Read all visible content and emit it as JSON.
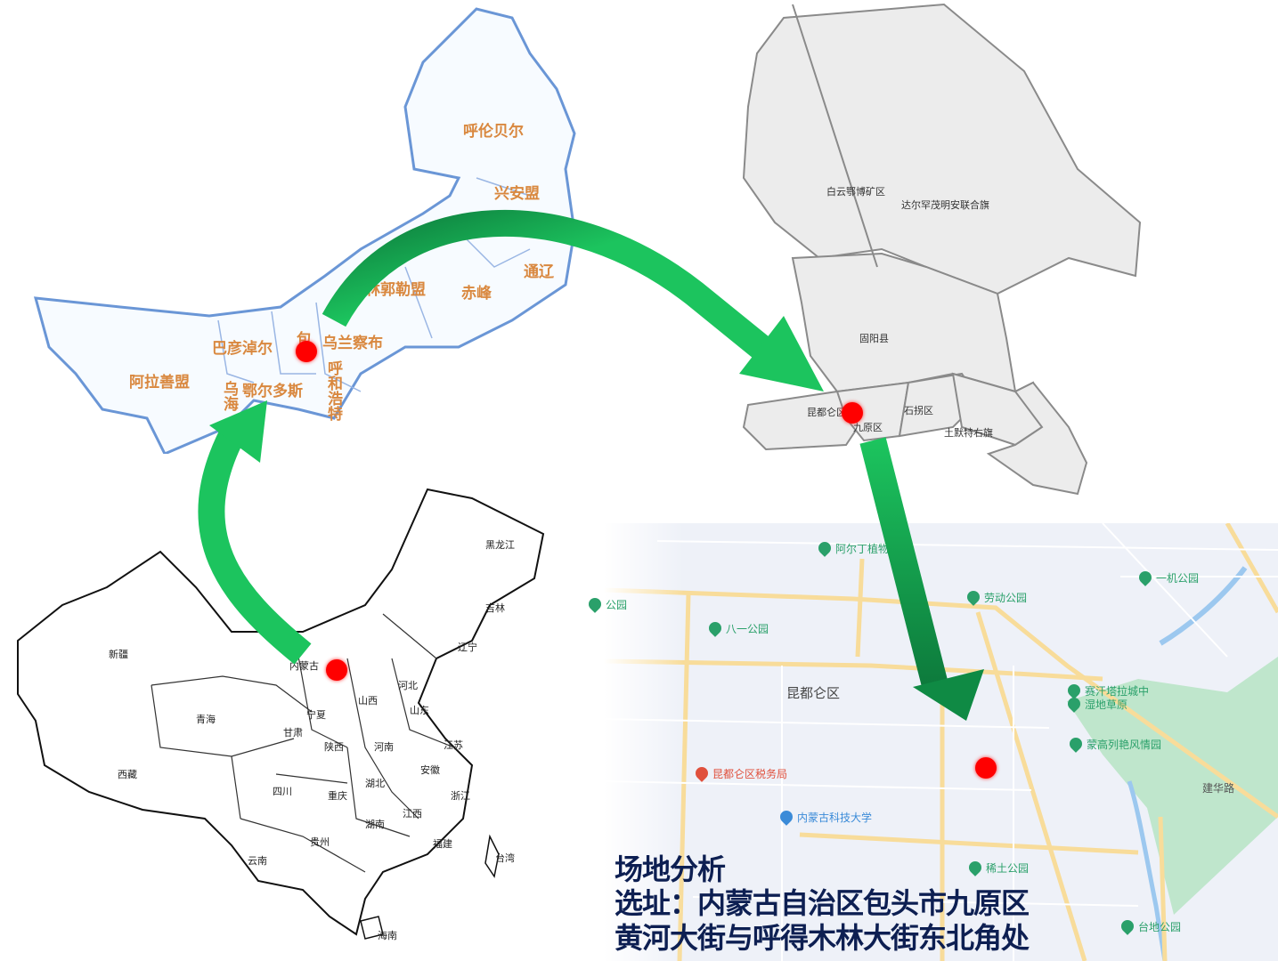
{
  "inner_mongolia_map": {
    "labels": [
      "呼伦贝尔",
      "兴安盟",
      "林郭勒盟",
      "通辽",
      "赤峰",
      "乌兰察布",
      "巴彦淖尔",
      "包",
      "呼和浩特",
      "阿拉善盟",
      "乌海",
      "鄂尔多斯"
    ]
  },
  "china_map": {
    "labels": [
      "黑龙江",
      "吉林",
      "辽宁",
      "新疆",
      "内蒙古",
      "河北",
      "山西",
      "山东",
      "宁夏",
      "青海",
      "甘肃",
      "陕西",
      "河南",
      "江苏",
      "西藏",
      "安徽",
      "四川",
      "重庆",
      "湖北",
      "浙江",
      "江西",
      "湖南",
      "贵州",
      "福建",
      "云南",
      "台湾",
      "海南"
    ]
  },
  "baotou_map": {
    "labels": [
      "白云鄂博矿区",
      "达尔罕茂明安联合旗",
      "固阳县",
      "昆都仑区",
      "九原区",
      "石拐区",
      "土默特右旗"
    ]
  },
  "street_map": {
    "labels": [
      "阿尔丁植物园",
      "公园",
      "劳动公园",
      "一机公园",
      "八一公园",
      "昆都仑区",
      "赛汗塔拉城中",
      "湿地草原",
      "蒙高列艳风情园",
      "昆都仑区税务局",
      "内蒙古科技大学",
      "稀土公园",
      "台地公园",
      "建华路"
    ]
  },
  "caption": {
    "title": "场地分析",
    "line1": "选址：内蒙古自治区包头市九原区",
    "line2": "黄河大街与呼得木林大街东北角处"
  },
  "colors": {
    "arrow": "#1cc45e",
    "marker": "#ff0000",
    "caption": "#0d1f52"
  }
}
